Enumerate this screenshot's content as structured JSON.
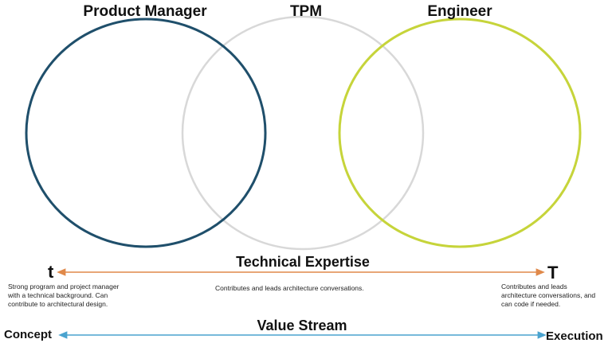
{
  "circles": {
    "product_manager": {
      "label": "Product Manager",
      "color": "#1f4f6b"
    },
    "tpm": {
      "label": "TPM",
      "color": "#d8d8d8"
    },
    "engineer": {
      "label": "Engineer",
      "color": "#c6d43a"
    }
  },
  "technical_axis": {
    "title": "Technical Expertise",
    "left_label": "t",
    "right_label": "T",
    "color": "#e0894a",
    "left_note": "Strong program and project manager with a technical background. Can contribute to architectural design.",
    "center_note": "Contributes and leads architecture conversations.",
    "right_note": "Contributes and leads architecture conversations, and can code if needed."
  },
  "value_axis": {
    "title": "Value Stream",
    "left_label": "Concept",
    "right_label": "Execution",
    "color": "#4aa3cf"
  }
}
